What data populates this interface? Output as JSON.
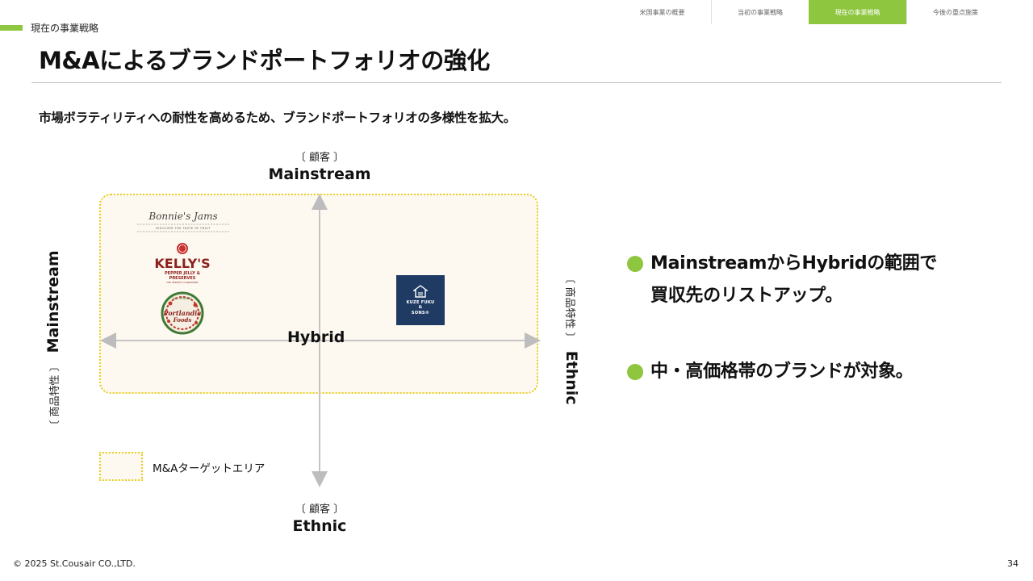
{
  "nav": {
    "tabs": [
      {
        "label": "米国事業の概要",
        "active": false
      },
      {
        "label": "当初の事業戦略",
        "active": false
      },
      {
        "label": "現在の事業戦略",
        "active": true
      },
      {
        "label": "今後の重点施策",
        "active": false
      }
    ]
  },
  "section_label": "現在の事業戦略",
  "title": "M&Aによるブランドポートフォリオの強化",
  "subtitle": "市場ボラティリティへの耐性を高めるため、ブランドポートフォリオの多様性を拡大。",
  "chart": {
    "top": {
      "kind": "〔 顧客 〕",
      "value": "Mainstream"
    },
    "bottom": {
      "kind": "〔 顧客 〕",
      "value": "Ethnic"
    },
    "left": {
      "kind": "〔 商品特性 〕",
      "value": "Mainstream"
    },
    "right": {
      "kind": "〔 商品特性 〕",
      "value": "Ethnic"
    },
    "center": "Hybrid",
    "legend": "M&Aターゲットエリア",
    "logos": {
      "bonnie": {
        "name": "Bonnie's Jams",
        "tagline": "DISCOVER THE TASTE OF FRUIT"
      },
      "kellys": {
        "name": "KELLY'S",
        "line1": "PEPPER JELLY &",
        "line2": "PRESERVES",
        "line3": "THE PERFECT CONDIMENT"
      },
      "portlandia": {
        "top": "ALL ORGANIC",
        "name1": "Portlandia",
        "name2": "Foods"
      },
      "kuze": {
        "line1": "KUZE FUKU",
        "line2": "&",
        "line3": "SONS®"
      }
    }
  },
  "bullets": [
    {
      "line1": "MainstreamからHybridの範囲で",
      "line2": "買収先のリストアップ。"
    },
    {
      "line1": "中・高価格帯のブランドが対象。"
    }
  ],
  "colors": {
    "accent": "#8ec63f",
    "target_border": "#e6cf1f",
    "target_fill": "#fdf9f0",
    "kuze_bg": "#1f3a63",
    "kellys_red": "#c8322f"
  },
  "footer": "© 2025 St.Cousair CO.,LTD.",
  "page_number": "34"
}
